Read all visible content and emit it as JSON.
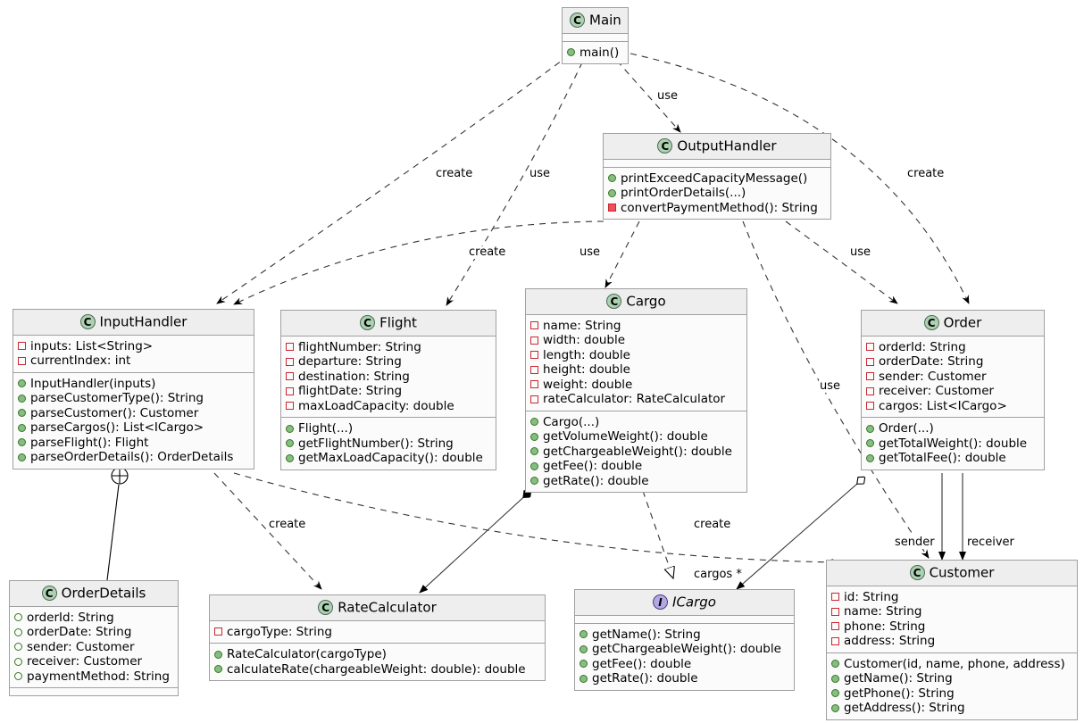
{
  "diagram": {
    "title": "Cargo Shipping UML Class Diagram",
    "type": "uml-class-diagram",
    "colors": {
      "class_header_bg": "#EEEEEE",
      "class_body_bg": "#FBFBFB",
      "border": "#A0A0A0",
      "class_badge": "#ADD1B2",
      "interface_badge": "#B4A7E5",
      "private_marker": "#C82930",
      "public_marker": "#84BE84",
      "edge": "#333333"
    }
  },
  "classes": {
    "main": {
      "name": "Main",
      "stereotype": "C",
      "fields": [],
      "methods": [
        {
          "marker": "pub-method",
          "text": "main()"
        }
      ]
    },
    "output_handler": {
      "name": "OutputHandler",
      "stereotype": "C",
      "fields": [],
      "methods": [
        {
          "marker": "pub-method",
          "text": "printExceedCapacityMessage()"
        },
        {
          "marker": "pub-method",
          "text": "printOrderDetails(...)"
        },
        {
          "marker": "priv-method",
          "text": "convertPaymentMethod(): String"
        }
      ]
    },
    "input_handler": {
      "name": "InputHandler",
      "stereotype": "C",
      "fields": [
        {
          "marker": "priv-field",
          "text": "inputs: List<String>"
        },
        {
          "marker": "priv-field",
          "text": "currentIndex: int"
        }
      ],
      "methods": [
        {
          "marker": "pub-method",
          "text": "InputHandler(inputs)"
        },
        {
          "marker": "pub-method",
          "text": "parseCustomerType(): String"
        },
        {
          "marker": "pub-method",
          "text": "parseCustomer(): Customer"
        },
        {
          "marker": "pub-method",
          "text": "parseCargos(): List<ICargo>"
        },
        {
          "marker": "pub-method",
          "text": "parseFlight(): Flight"
        },
        {
          "marker": "pub-method",
          "text": "parseOrderDetails(): OrderDetails"
        }
      ]
    },
    "flight": {
      "name": "Flight",
      "stereotype": "C",
      "fields": [
        {
          "marker": "priv-field",
          "text": "flightNumber: String"
        },
        {
          "marker": "priv-field",
          "text": "departure: String"
        },
        {
          "marker": "priv-field",
          "text": "destination: String"
        },
        {
          "marker": "priv-field",
          "text": "flightDate: String"
        },
        {
          "marker": "priv-field",
          "text": "maxLoadCapacity: double"
        }
      ],
      "methods": [
        {
          "marker": "pub-method",
          "text": "Flight(...)"
        },
        {
          "marker": "pub-method",
          "text": "getFlightNumber(): String"
        },
        {
          "marker": "pub-method",
          "text": "getMaxLoadCapacity(): double"
        }
      ]
    },
    "cargo": {
      "name": "Cargo",
      "stereotype": "C",
      "fields": [
        {
          "marker": "priv-field",
          "text": "name: String"
        },
        {
          "marker": "priv-field",
          "text": "width: double"
        },
        {
          "marker": "priv-field",
          "text": "length: double"
        },
        {
          "marker": "priv-field",
          "text": "height: double"
        },
        {
          "marker": "priv-field",
          "text": "weight: double"
        },
        {
          "marker": "priv-field",
          "text": "rateCalculator: RateCalculator"
        }
      ],
      "methods": [
        {
          "marker": "pub-method",
          "text": "Cargo(...)"
        },
        {
          "marker": "pub-method",
          "text": "getVolumeWeight(): double"
        },
        {
          "marker": "pub-method",
          "text": "getChargeableWeight(): double"
        },
        {
          "marker": "pub-method",
          "text": "getFee(): double"
        },
        {
          "marker": "pub-method",
          "text": "getRate(): double"
        }
      ]
    },
    "order": {
      "name": "Order",
      "stereotype": "C",
      "fields": [
        {
          "marker": "priv-field",
          "text": "orderId: String"
        },
        {
          "marker": "priv-field",
          "text": "orderDate: String"
        },
        {
          "marker": "priv-field",
          "text": "sender: Customer"
        },
        {
          "marker": "priv-field",
          "text": "receiver: Customer"
        },
        {
          "marker": "priv-field",
          "text": "cargos: List<ICargo>"
        }
      ],
      "methods": [
        {
          "marker": "pub-method",
          "text": "Order(...)"
        },
        {
          "marker": "pub-method",
          "text": "getTotalWeight(): double"
        },
        {
          "marker": "pub-method",
          "text": "getTotalFee(): double"
        }
      ]
    },
    "order_details": {
      "name": "OrderDetails",
      "stereotype": "C",
      "fields": [
        {
          "marker": "pkg-field",
          "text": "orderId: String"
        },
        {
          "marker": "pkg-field",
          "text": "orderDate: String"
        },
        {
          "marker": "pkg-field",
          "text": "sender: Customer"
        },
        {
          "marker": "pkg-field",
          "text": "receiver: Customer"
        },
        {
          "marker": "pkg-field",
          "text": "paymentMethod: String"
        }
      ],
      "methods": []
    },
    "rate_calculator": {
      "name": "RateCalculator",
      "stereotype": "C",
      "fields": [
        {
          "marker": "priv-field",
          "text": "cargoType: String"
        }
      ],
      "methods": [
        {
          "marker": "pub-method",
          "text": "RateCalculator(cargoType)"
        },
        {
          "marker": "pub-method",
          "text": "calculateRate(chargeableWeight: double): double"
        }
      ]
    },
    "icargo": {
      "name": "ICargo",
      "stereotype": "I",
      "fields": [],
      "methods": [
        {
          "marker": "pub-method",
          "text": "getName(): String"
        },
        {
          "marker": "pub-method",
          "text": "getChargeableWeight(): double"
        },
        {
          "marker": "pub-method",
          "text": "getFee(): double"
        },
        {
          "marker": "pub-method",
          "text": "getRate(): double"
        }
      ]
    },
    "customer": {
      "name": "Customer",
      "stereotype": "C",
      "fields": [
        {
          "marker": "priv-field",
          "text": "id: String"
        },
        {
          "marker": "priv-field",
          "text": "name: String"
        },
        {
          "marker": "priv-field",
          "text": "phone: String"
        },
        {
          "marker": "priv-field",
          "text": "address: String"
        }
      ],
      "methods": [
        {
          "marker": "pub-method",
          "text": "Customer(id, name, phone, address)"
        },
        {
          "marker": "pub-method",
          "text": "getName(): String"
        },
        {
          "marker": "pub-method",
          "text": "getPhone(): String"
        },
        {
          "marker": "pub-method",
          "text": "getAddress(): String"
        }
      ]
    }
  },
  "edge_labels": {
    "main_use_outputhandler": "use",
    "main_create_inputhandler": "create",
    "main_create_order": "create",
    "main_use_flight": "use",
    "outputhandler_create_inputhandler": "create",
    "outputhandler_use_cargo": "use",
    "outputhandler_use_order": "use",
    "outputhandler_use_order2": "use",
    "inputhandler_create_ratecalculator": "create",
    "inputhandler_create_customer": "create",
    "cargo_create_icargo": "create",
    "order_cargos": "cargos *",
    "order_sender": "sender",
    "order_receiver": "receiver"
  },
  "relationships": [
    {
      "from": "Main",
      "to": "OutputHandler",
      "kind": "dependency",
      "label": "use"
    },
    {
      "from": "Main",
      "to": "InputHandler",
      "kind": "dependency",
      "label": "create"
    },
    {
      "from": "Main",
      "to": "Flight",
      "kind": "dependency",
      "label": "use"
    },
    {
      "from": "Main",
      "to": "Order",
      "kind": "dependency",
      "label": "create"
    },
    {
      "from": "OutputHandler",
      "to": "InputHandler",
      "kind": "dependency",
      "label": "create"
    },
    {
      "from": "OutputHandler",
      "to": "Cargo",
      "kind": "dependency",
      "label": "use"
    },
    {
      "from": "OutputHandler",
      "to": "Order",
      "kind": "dependency",
      "label": "use"
    },
    {
      "from": "InputHandler",
      "to": "OrderDetails",
      "kind": "nested"
    },
    {
      "from": "InputHandler",
      "to": "RateCalculator",
      "kind": "dependency",
      "label": "create"
    },
    {
      "from": "InputHandler",
      "to": "Customer",
      "kind": "dependency",
      "label": "create"
    },
    {
      "from": "Cargo",
      "to": "RateCalculator",
      "kind": "composition"
    },
    {
      "from": "Cargo",
      "to": "ICargo",
      "kind": "realization"
    },
    {
      "from": "Order",
      "to": "ICargo",
      "kind": "aggregation",
      "label": "cargos *"
    },
    {
      "from": "Order",
      "to": "Customer",
      "kind": "association",
      "label": "sender"
    },
    {
      "from": "Order",
      "to": "Customer",
      "kind": "association",
      "label": "receiver"
    }
  ]
}
